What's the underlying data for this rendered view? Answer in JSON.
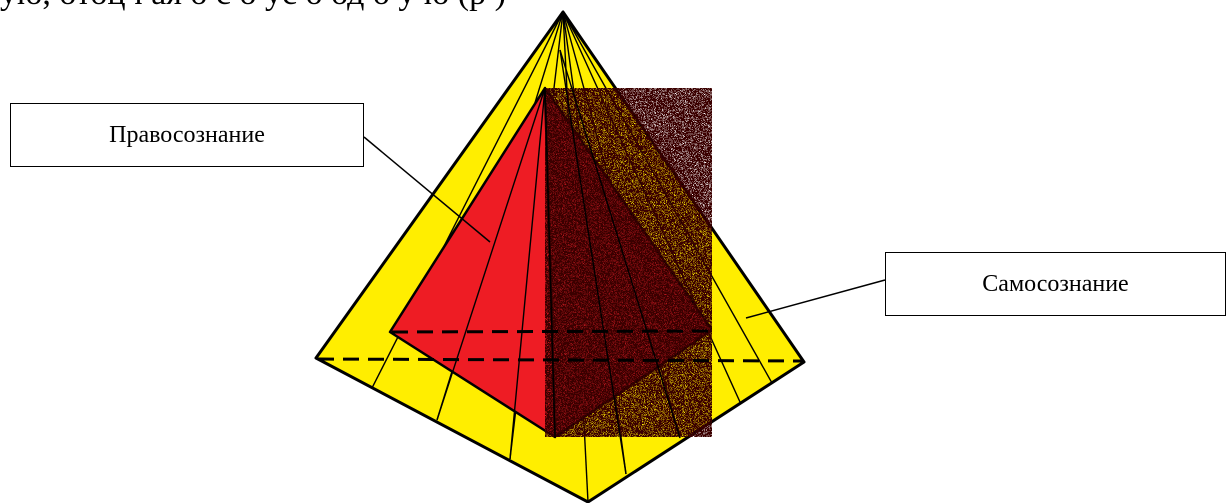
{
  "header_text": "ую, отоцч  ая  о  с  о  ус о  од  о  у  ю (р    )",
  "labels": {
    "legal_consciousness": "Правосознание",
    "self_consciousness": "Самосознание"
  },
  "colors": {
    "outer_pyramid": "#ffee00",
    "inner_pyramid_light": "#ee1c24",
    "inner_pyramid_dark": "#8a0a10",
    "outline": "#000000"
  }
}
